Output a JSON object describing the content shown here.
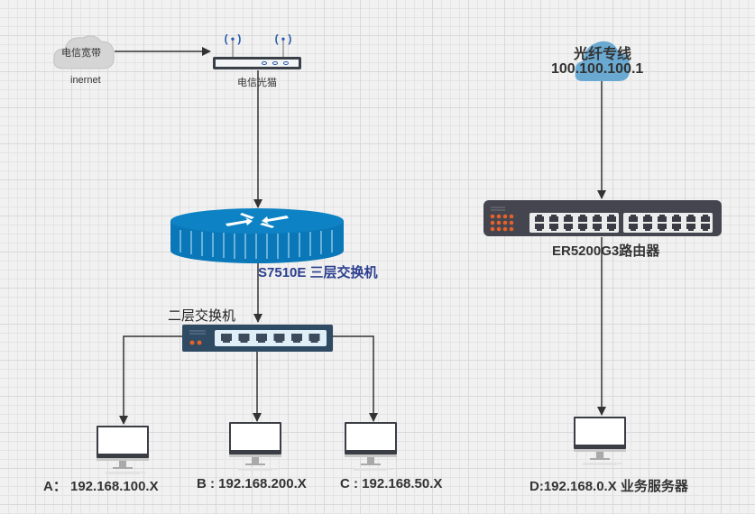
{
  "diagram": {
    "internet_cloud": {
      "label": "电信宽带",
      "caption": "inernet",
      "color": "#d5d5d5"
    },
    "modem": {
      "label": "电信光猫"
    },
    "core_switch": {
      "label": "S7510E 三层交换机",
      "label_color": "#2b3e8f",
      "color": "#0a78b8"
    },
    "access_switch": {
      "label": "二层交换机",
      "port_count": 6
    },
    "fiber_cloud": {
      "line1": "光纤专线",
      "line2": "100.100.100.1",
      "color": "#6aaad2"
    },
    "router": {
      "label": "ER5200G3路由器",
      "port_count": 24
    },
    "hosts": [
      {
        "id": "A",
        "label": "A：  192.168.100.X"
      },
      {
        "id": "B",
        "label": "B : 192.168.200.X"
      },
      {
        "id": "C",
        "label": "C : 192.168.50.X"
      },
      {
        "id": "D",
        "label": "D:192.168.0.X  业务服务器"
      }
    ],
    "connections": [
      [
        "internet-cloud",
        "modem"
      ],
      [
        "modem",
        "core-switch"
      ],
      [
        "core-switch",
        "access-switch"
      ],
      [
        "access-switch",
        "host-a"
      ],
      [
        "access-switch",
        "host-b"
      ],
      [
        "access-switch",
        "host-c"
      ],
      [
        "fiber-cloud",
        "router"
      ],
      [
        "router",
        "host-d"
      ]
    ]
  }
}
